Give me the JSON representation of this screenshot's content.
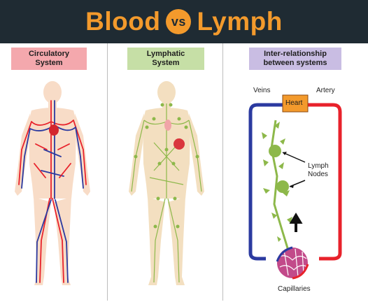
{
  "header": {
    "title_left": "Blood",
    "vs": "vs",
    "title_right": "Lymph"
  },
  "panels": {
    "circulatory": {
      "line1": "Circulatory",
      "line2": "System"
    },
    "lymphatic": {
      "line1": "Lymphatic",
      "line2": "System"
    },
    "inter": {
      "line1": "Inter-relationship",
      "line2": "between systems"
    }
  },
  "diagram": {
    "veins": "Veins",
    "artery": "Artery",
    "heart": "Heart",
    "lymph_line1": "Lymph",
    "lymph_line2": "Nodes",
    "capillaries": "Capillaries"
  },
  "colors": {
    "header_bg": "#1f2b33",
    "title": "#f39a2c",
    "artery": "#e8222b",
    "vein": "#2b3aa0",
    "lymph": "#8db84a"
  }
}
